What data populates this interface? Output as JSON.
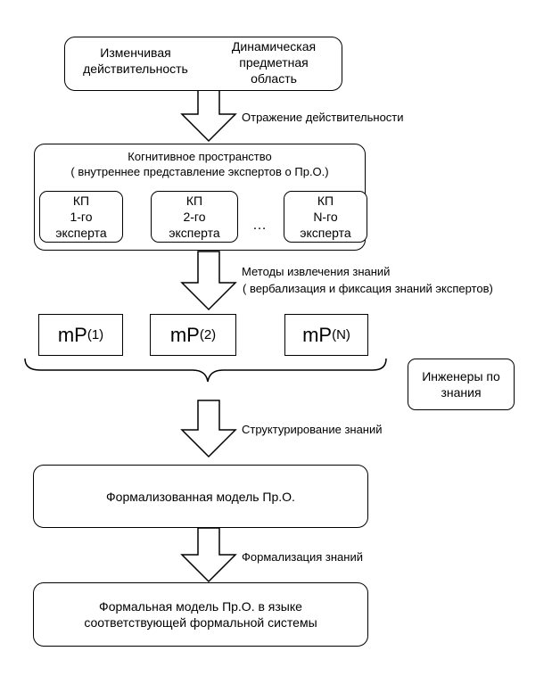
{
  "top": {
    "left": "Изменчивая\nдействительность",
    "right": "Динамическая\nпредметная\nобласть"
  },
  "arrows": {
    "a1": "Отражение действительности",
    "a2_line1": "Методы извлечения знаний",
    "a2_line2": "( вербализация и фиксация знаний экспертов)",
    "a3": "Структурирование знаний",
    "a4": "Формализация знаний"
  },
  "cognitive": {
    "title_line1": "Когнитивное пространство",
    "title_line2": "( внутреннее представление экспертов о Пр.О.)",
    "kp": [
      "КП\n1-го\nэксперта",
      "КП\n2-го\nэксперта",
      "КП\nN-го\nэксперта"
    ],
    "ellipsis": "…"
  },
  "models": {
    "items": [
      {
        "base": "mP",
        "sub": "(1)"
      },
      {
        "base": "mP",
        "sub": "(2)"
      },
      {
        "base": "mP",
        "sub": "(N)"
      }
    ]
  },
  "engineers": "Инженеры по\nзнания",
  "formalized": "Формализованная модель Пр.О.",
  "formal": "Формальная модель Пр.О. в языке\nсоответствующей формальной системы"
}
